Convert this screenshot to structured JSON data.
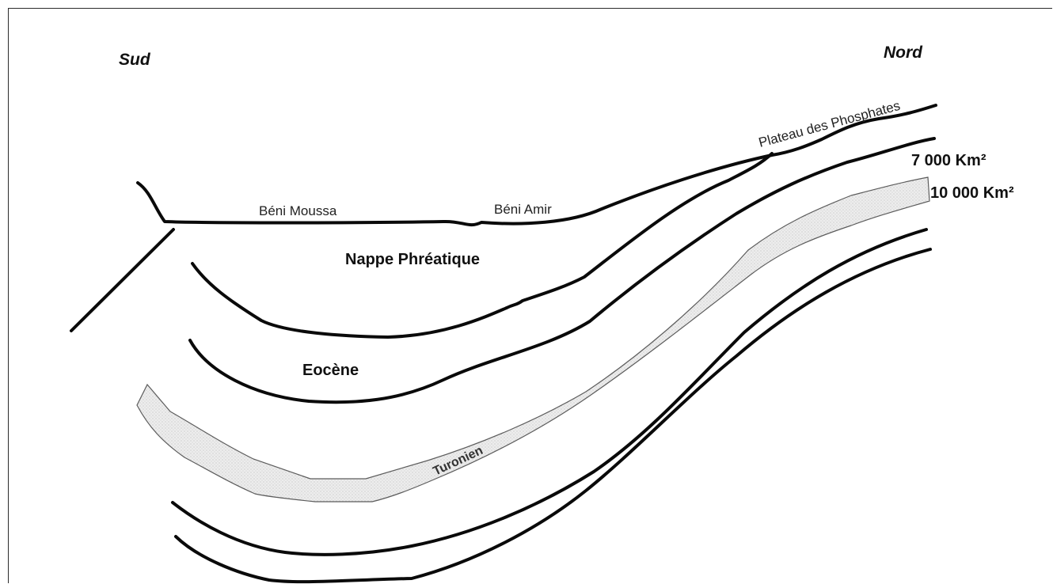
{
  "directions": {
    "south": "Sud",
    "north": "Nord"
  },
  "places": {
    "beni_moussa": "Béni Moussa",
    "beni_amir": "Béni Amir",
    "plateau": "Plateau des Phosphates"
  },
  "areas": {
    "first": "7 000 Km²",
    "second": "10 000 Km²"
  },
  "layers": {
    "nappe": "Nappe Phréatique",
    "eocene": "Eocène",
    "turonien": "Turonien"
  },
  "colors": {
    "stroke": "#0a0a0a",
    "band_fill": "#ededed",
    "band_stroke": "#5c5c5c"
  }
}
